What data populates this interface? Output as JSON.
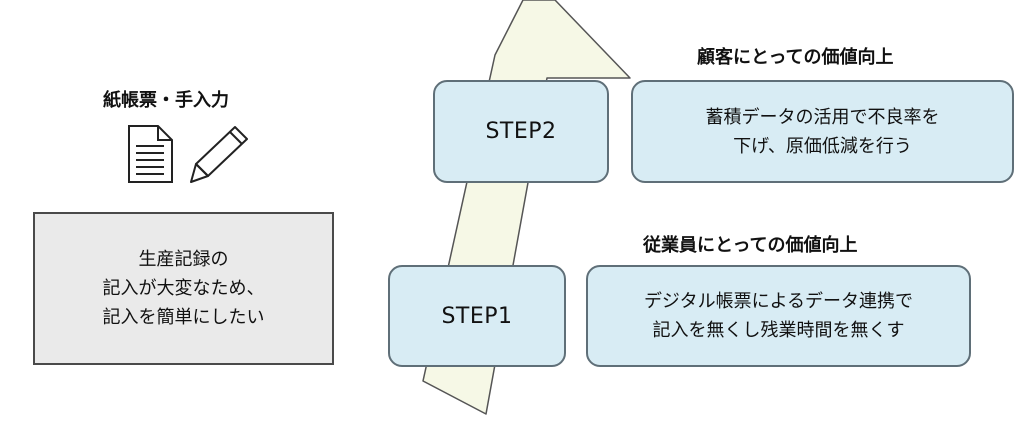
{
  "left": {
    "title": "紙帳票・手入力",
    "icons": [
      "document-icon",
      "pencil-icon"
    ],
    "box_lines": [
      "生産記録の",
      "記入が大変なため、",
      "記入を簡単にしたい"
    ]
  },
  "step1": {
    "label": "STEP1",
    "heading": "従業員にとっての価値向上",
    "desc_lines": [
      "デジタル帳票によるデータ連携で",
      "記入を無くし残業時間を無くす"
    ]
  },
  "step2": {
    "label": "STEP2",
    "heading": "顧客にとっての価値向上",
    "desc_lines": [
      "蓄積データの活用で不良率を",
      "下げ、原価低減を行う"
    ]
  },
  "colors": {
    "arrow_fill": "#f6f8e6",
    "box_fill": "#d8ecf4",
    "grey_fill": "#eaeaea",
    "border": "#5f6f78"
  }
}
